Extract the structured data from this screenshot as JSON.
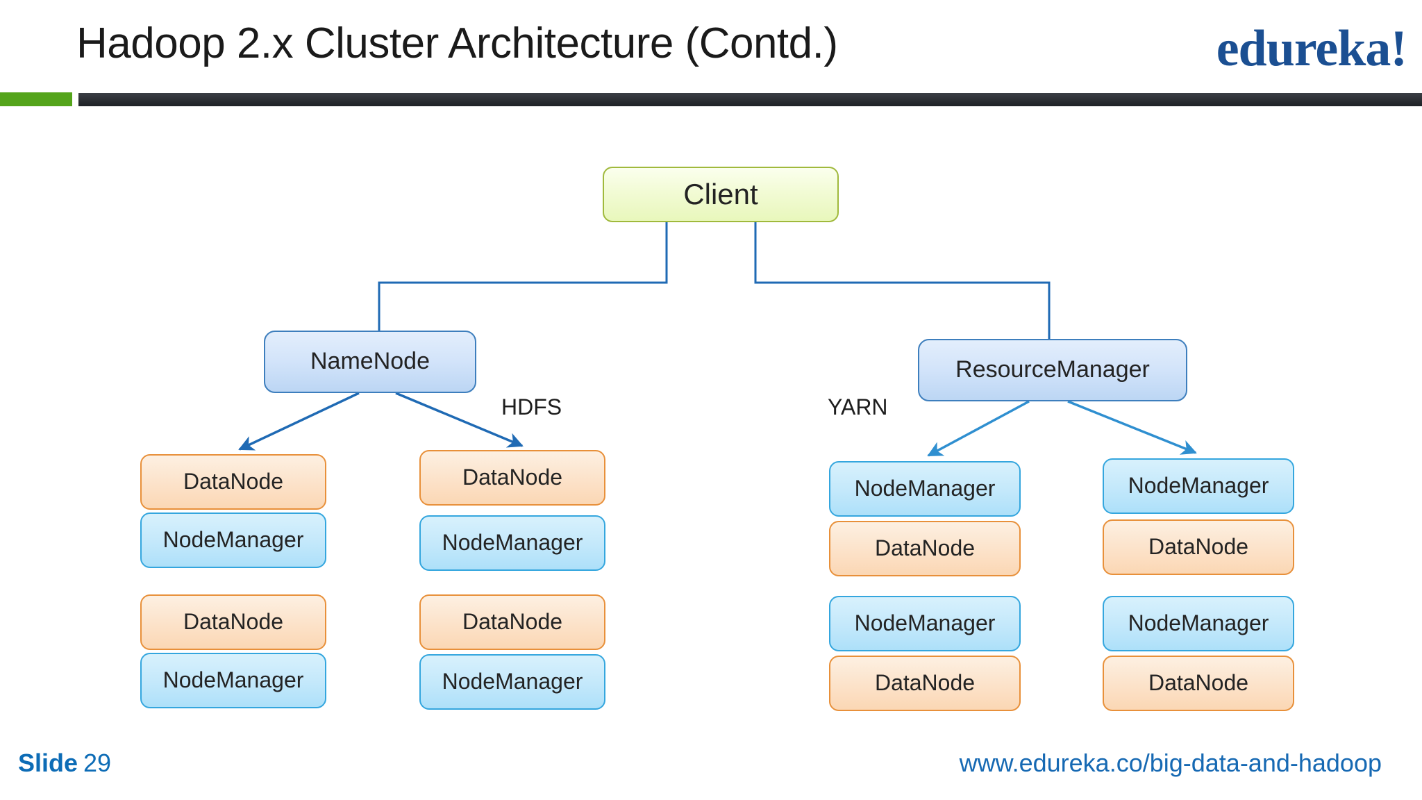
{
  "header": {
    "title": "Hadoop 2.x Cluster Architecture (Contd.)",
    "logo": "edureka!",
    "accent_green": "#54a41b",
    "accent_dark": "#2b2e33",
    "logo_color": "#1b4f92"
  },
  "diagram": {
    "type": "tree",
    "colors": {
      "client_fill": "#eef8cb",
      "client_border": "#a0b93c",
      "master_fill": "#d3e4fa",
      "master_border": "#3d7ebd",
      "datanode_fill": "#fce2c9",
      "datanode_border": "#e8903a",
      "nodemanager_fill": "#c3e8fb",
      "nodemanager_border": "#34a6de",
      "connector": "#1f6ab4",
      "connector_light": "#2f8fd0"
    },
    "client": {
      "label": "Client"
    },
    "branches": [
      {
        "label": "HDFS"
      },
      {
        "label": "YARN"
      }
    ],
    "masters": [
      {
        "label": "NameNode"
      },
      {
        "label": "ResourceManager"
      }
    ],
    "workers": {
      "hdfs_side": [
        {
          "top": "DataNode",
          "bottom": "NodeManager"
        },
        {
          "top": "DataNode",
          "bottom": "NodeManager"
        },
        {
          "top": "DataNode",
          "bottom": "NodeManager"
        },
        {
          "top": "DataNode",
          "bottom": "NodeManager"
        }
      ],
      "yarn_side": [
        {
          "top": "NodeManager",
          "bottom": "DataNode"
        },
        {
          "top": "NodeManager",
          "bottom": "DataNode"
        },
        {
          "top": "NodeManager",
          "bottom": "DataNode"
        },
        {
          "top": "NodeManager",
          "bottom": "DataNode"
        }
      ]
    }
  },
  "footer": {
    "slide_label": "Slide",
    "slide_number": "29",
    "url": "www.edureka.co/big-data-and-hadoop",
    "text_color": "#1669b3"
  }
}
